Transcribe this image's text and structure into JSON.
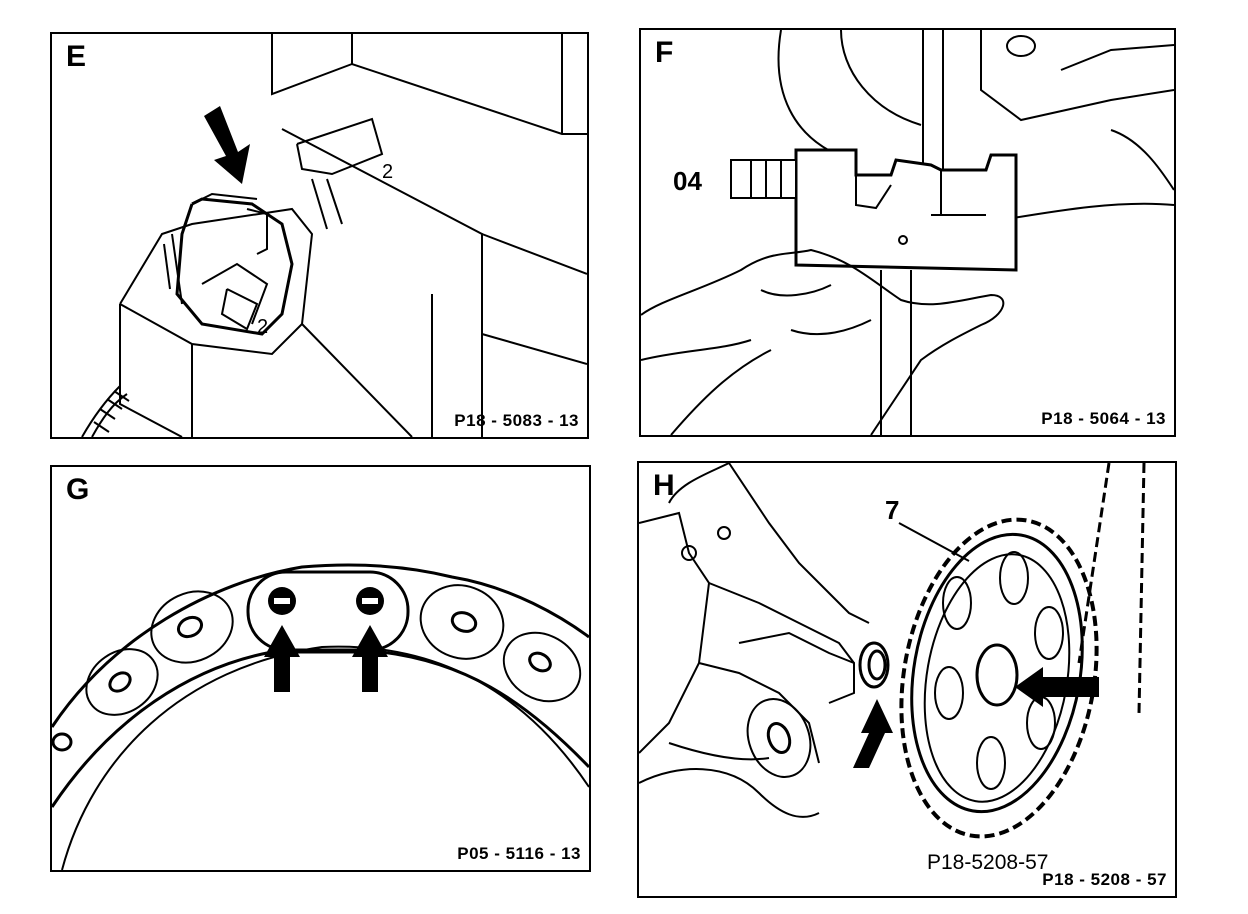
{
  "panels": {
    "e": {
      "letter": "E",
      "ref": "P18 - 5083 - 13",
      "part_mark": "2"
    },
    "f": {
      "letter": "F",
      "ref": "P18 - 5064 - 13",
      "callout": "04"
    },
    "g": {
      "letter": "G",
      "ref": "P05 - 5116 - 13"
    },
    "h": {
      "letter": "H",
      "ref": "P18 - 5208 - 57",
      "ref_overprint": "P18-5208-57",
      "callout": "7"
    }
  }
}
